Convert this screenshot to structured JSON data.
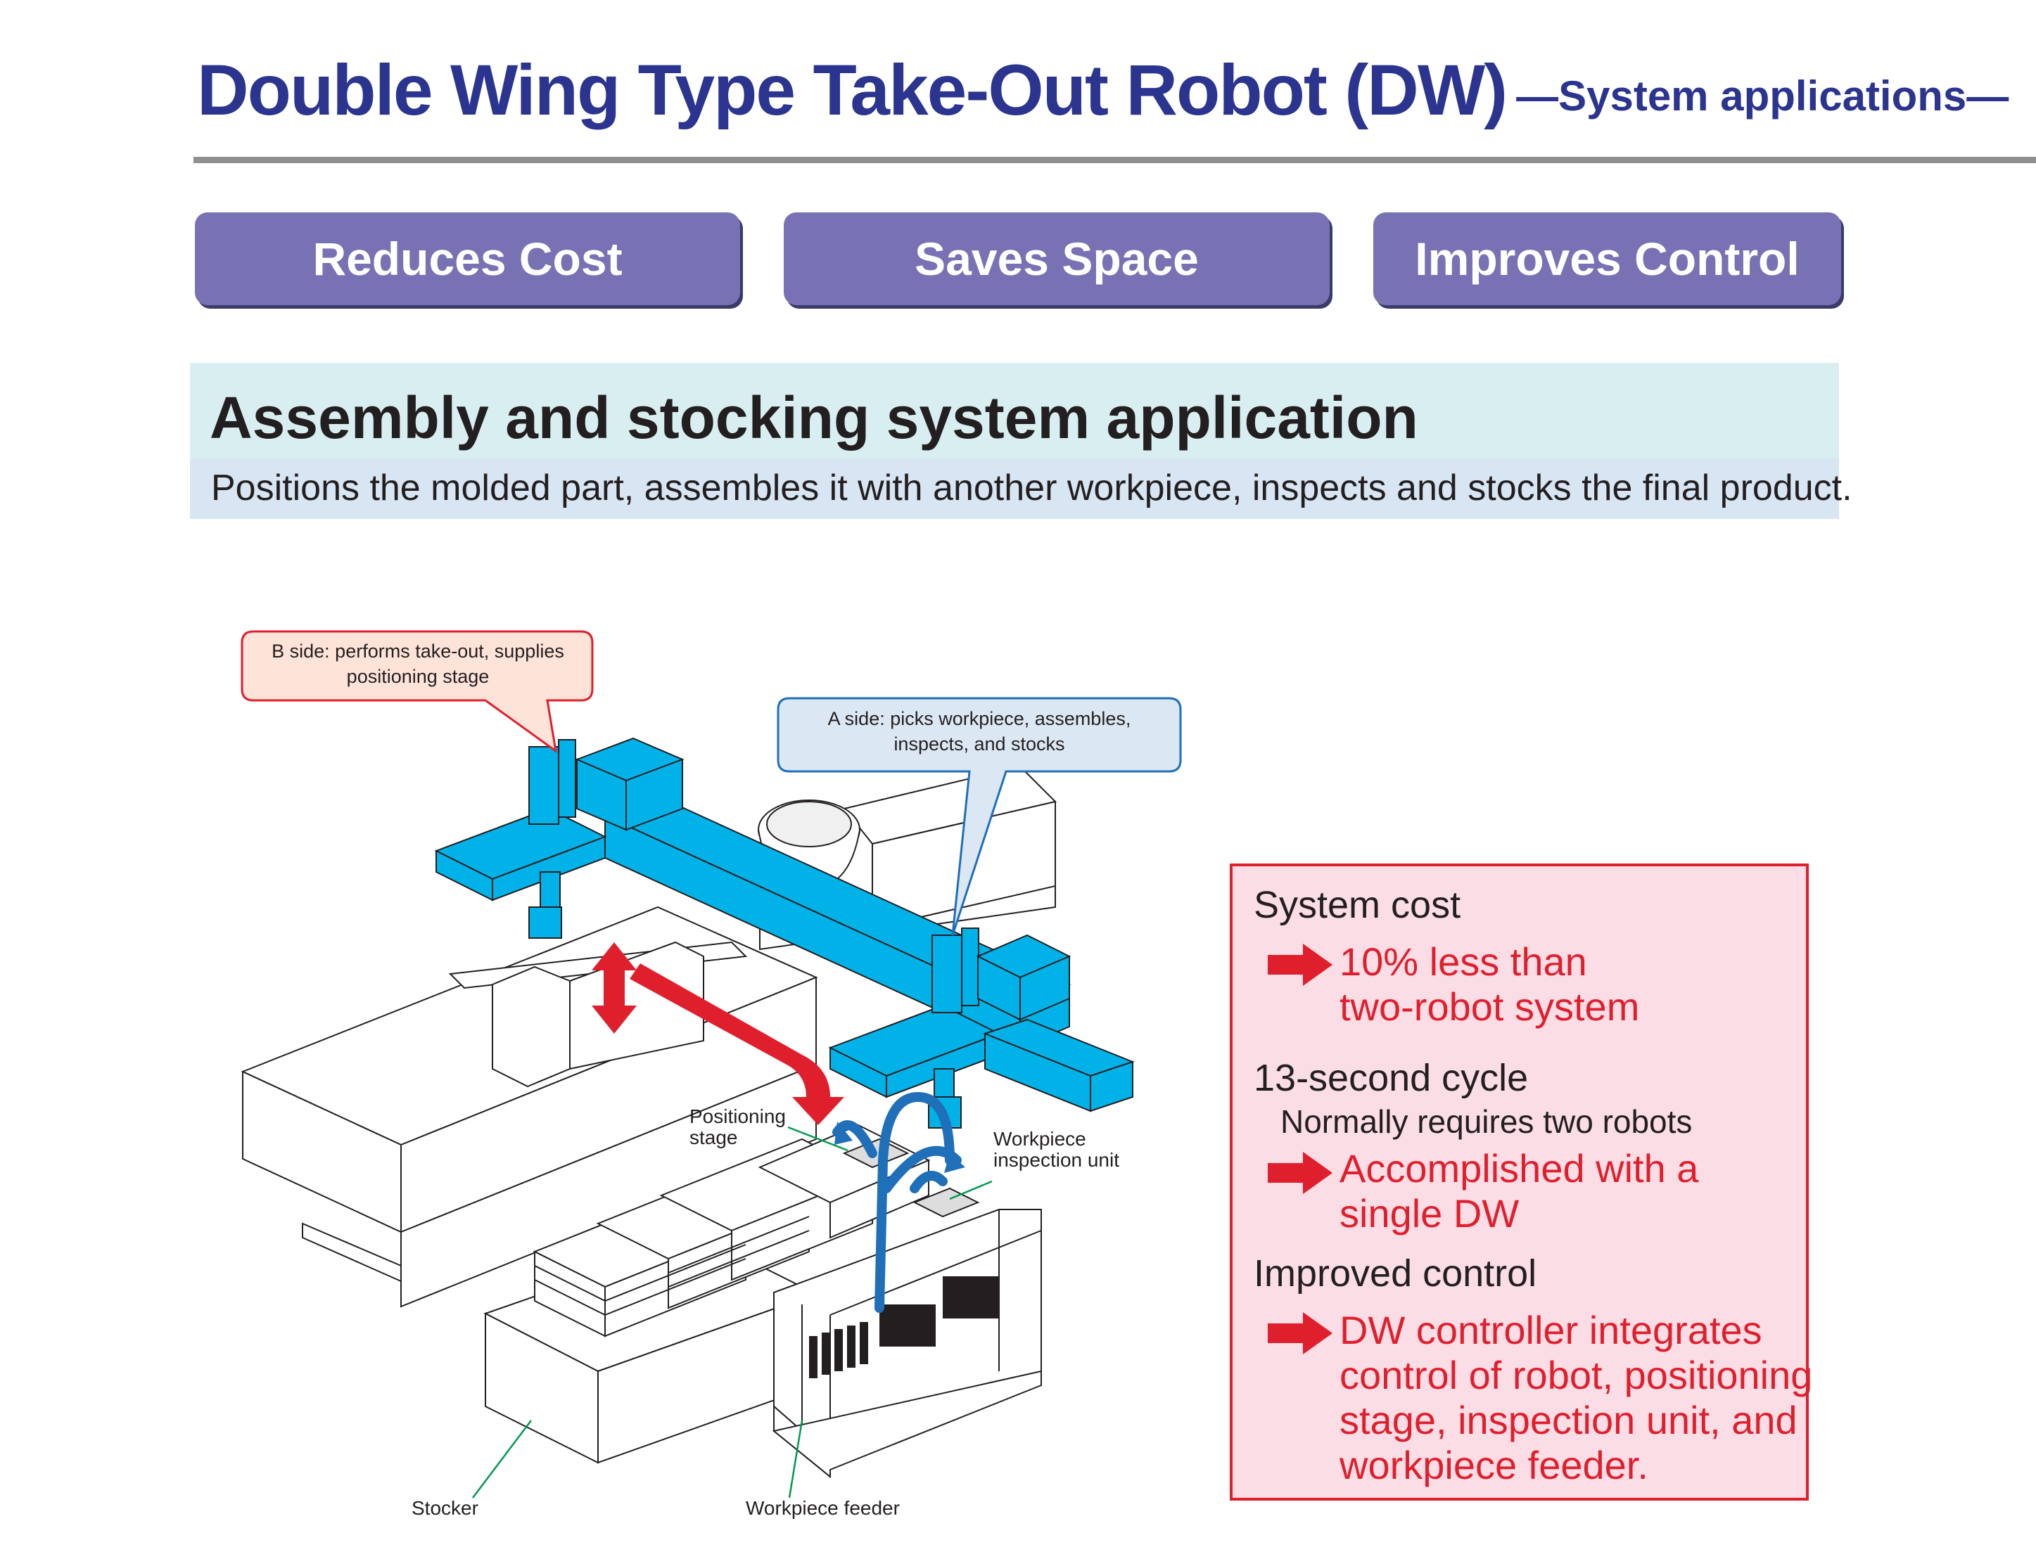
{
  "header": {
    "title": "Double Wing Type Take-Out Robot (DW)",
    "subtitle": "—System applications—"
  },
  "benefits": [
    {
      "label": "Reduces Cost"
    },
    {
      "label": "Saves Space"
    },
    {
      "label": "Improves Control"
    }
  ],
  "application": {
    "heading": "Assembly and stocking system application",
    "description": "Positions the molded part, assembles it with another workpiece, inspects and stocks the final product."
  },
  "diagram": {
    "callout_b_line1": "B side: performs take-out, supplies",
    "callout_b_line2": "positioning stage",
    "callout_a_line1": "A side: picks workpiece, assembles,",
    "callout_a_line2": "inspects, and stocks",
    "label_positioning_line1": "Positioning",
    "label_positioning_line2": "stage",
    "label_inspection_line1": "Workpiece",
    "label_inspection_line2": "inspection unit",
    "label_stocker": "Stocker",
    "label_feeder": "Workpiece feeder"
  },
  "info": {
    "cost_heading": "System cost",
    "cost_result_line1": "10% less than",
    "cost_result_line2": "two-robot system",
    "cycle_heading": "13-second cycle",
    "cycle_note": "Normally requires two robots",
    "cycle_result_line1": "Accomplished with a",
    "cycle_result_line2": "single DW",
    "control_heading": "Improved control",
    "control_result_line1": "DW controller integrates",
    "control_result_line2": "control of robot, positioning",
    "control_result_line3": "stage, inspection unit, and",
    "control_result_line4": "workpiece feeder."
  },
  "colors": {
    "title": "#2b3590",
    "pill": "#7872b4",
    "robot": "#00b2e8",
    "accent_red": "#e01f2d",
    "flow_blue": "#1f6fb9"
  }
}
